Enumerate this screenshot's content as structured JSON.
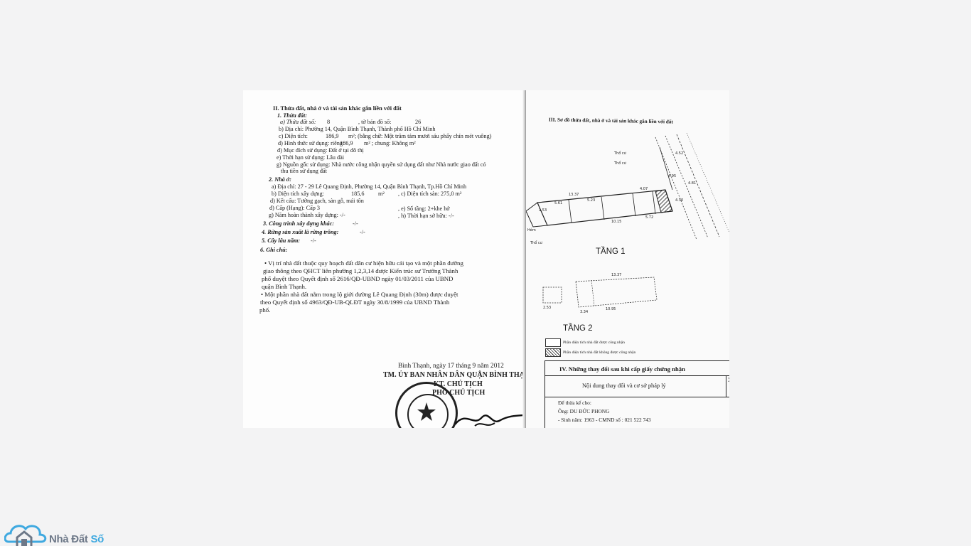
{
  "left_page": {
    "section_title": "II. Thửa đất, nhà ở và tài sản khác gắn liền với đất",
    "sub1": "1. Thửa đất:",
    "line_a_label": "a) Thửa đất số:",
    "line_a_value": "8",
    "line_a_map_label": ", tờ bản đồ số:",
    "line_a_map_value": "26",
    "line_b": "b) Địa chỉ:  Phường 14, Quận Bình Thạnh, Thành phố Hồ Chí Minh",
    "line_c_label": "c) Diện tích:",
    "line_c_value": "186,9",
    "line_c_rest": "m²; (bằng chữ: Một trăm tám mươi sáu phẩy chín mét vuông)",
    "line_d_label": "d) Hình thức sử dụng: riêng:",
    "line_d_value": "186,9",
    "line_d_rest": "m²     ; chung:     Không m²",
    "line_dd": "đ) Mục đích sử dụng:   Đất ở tại đô thị",
    "line_e": "e) Thời hạn sử dụng:   Lâu dài",
    "line_g1": "g) Nguồn gốc sử dụng:  Nhà nước công nhận quyền sử dụng đất như Nhà nước giao đất có",
    "line_g2": "thu tiền sử dụng đất",
    "sub2": "2. Nhà ở:",
    "h_a": "a) Địa chỉ:  27 - 29 Lê Quang Định, Phường 14, Quận Bình Thạnh, Tp.Hồ Chí Minh",
    "h_b_label": "b) Diện tích xây dựng:",
    "h_b_value": "185,6",
    "h_b_unit": "m²",
    "h_c": ", c) Diện tích sàn:  275,0    m²",
    "h_d_label": "d) Kết cấu:  Tường gạch, sàn gỗ, mái tôn",
    "h_dd": "đ) Cấp (Hạng):  Cấp 3",
    "h_e": ", e) Số tầng:    2+khe hở",
    "h_g": "g) Năm hoàn thành xây dựng: -/-",
    "h_h": ", h) Thời hạn sở hữu:  -/-",
    "sub3": "3. Công trình xây dựng khác:",
    "sub3_val": "-/-",
    "sub4": "4. Rừng sản xuất là rừng trồng:",
    "sub4_val": "-/-",
    "sub5": "5. Cây lâu năm:",
    "sub5_val": "-/-",
    "sub6": "6. Ghi chú:",
    "note1_l1": "• Vị trí nhà đất thuộc quy hoạch đất dân cư hiện hữu cải tạo và một phần đường",
    "note1_l2": "giao thông theo QHCT liên phường 1,2,3,14 được Kiến trúc sư Trưởng Thành",
    "note1_l3": "phố duyệt theo Quyết định số 2616/QĐ-UBND ngày 01/03/2011 của UBND",
    "note1_l4": "quận Bình Thạnh.",
    "note2_l1": "• Một phần nhà đất nằm trong lộ giới đường Lê Quang Định (30m) được duyệt",
    "note2_l2": "theo Quyết định số 4963/QĐ-UB-QLĐT ngày 30/8/1999 của UBND Thành",
    "note2_l3": "phố.",
    "date_line": "Bình Thạnh, ngày  17  tháng  9   năm 2012",
    "sign_org": "TM. ỦY BAN NHÂN DÂN QUẬN BÌNH THẠNH",
    "sign_kt": "KT. CHỦ TỊCH",
    "sign_role": "PHÓ CHỦ TỊCH"
  },
  "right_page": {
    "section_title": "III. Sơ đồ thửa đất, nhà ở và tài sản khác gắn liền với đất",
    "floor1": "TẦNG 1",
    "floor2": "TẦNG 2",
    "legend1": "Phần diện tích nhà đất được công nhận",
    "legend2": "Phần diện tích nhà đất không được công nhận",
    "section4_title": "IV. Những thay đổi sau khi cấp giấy chứng nhận",
    "col_header": "Nội dung thay đổi và cơ sở pháp lý",
    "col_x": "X",
    "entry_1": "Để thừa kế cho:",
    "entry_2": "Ông: DU ĐỨC PHONG",
    "entry_3": "- Sinh năm: 1963 -  CMND số : 021 522 743",
    "dims": [
      "13.37",
      "4.07",
      "4.95",
      "5.23",
      "5.61",
      "1.53",
      "10.15",
      "5.72",
      "4.30",
      "4.81",
      "4.52",
      "2.53",
      "3.34",
      "10.95",
      "13.37"
    ],
    "labels": [
      "Thổ cư",
      "Thổ cư",
      "Thổ cư",
      "Hẻm"
    ]
  },
  "logo": {
    "name_part1": "Nhà Đất ",
    "name_part2": "Số"
  }
}
